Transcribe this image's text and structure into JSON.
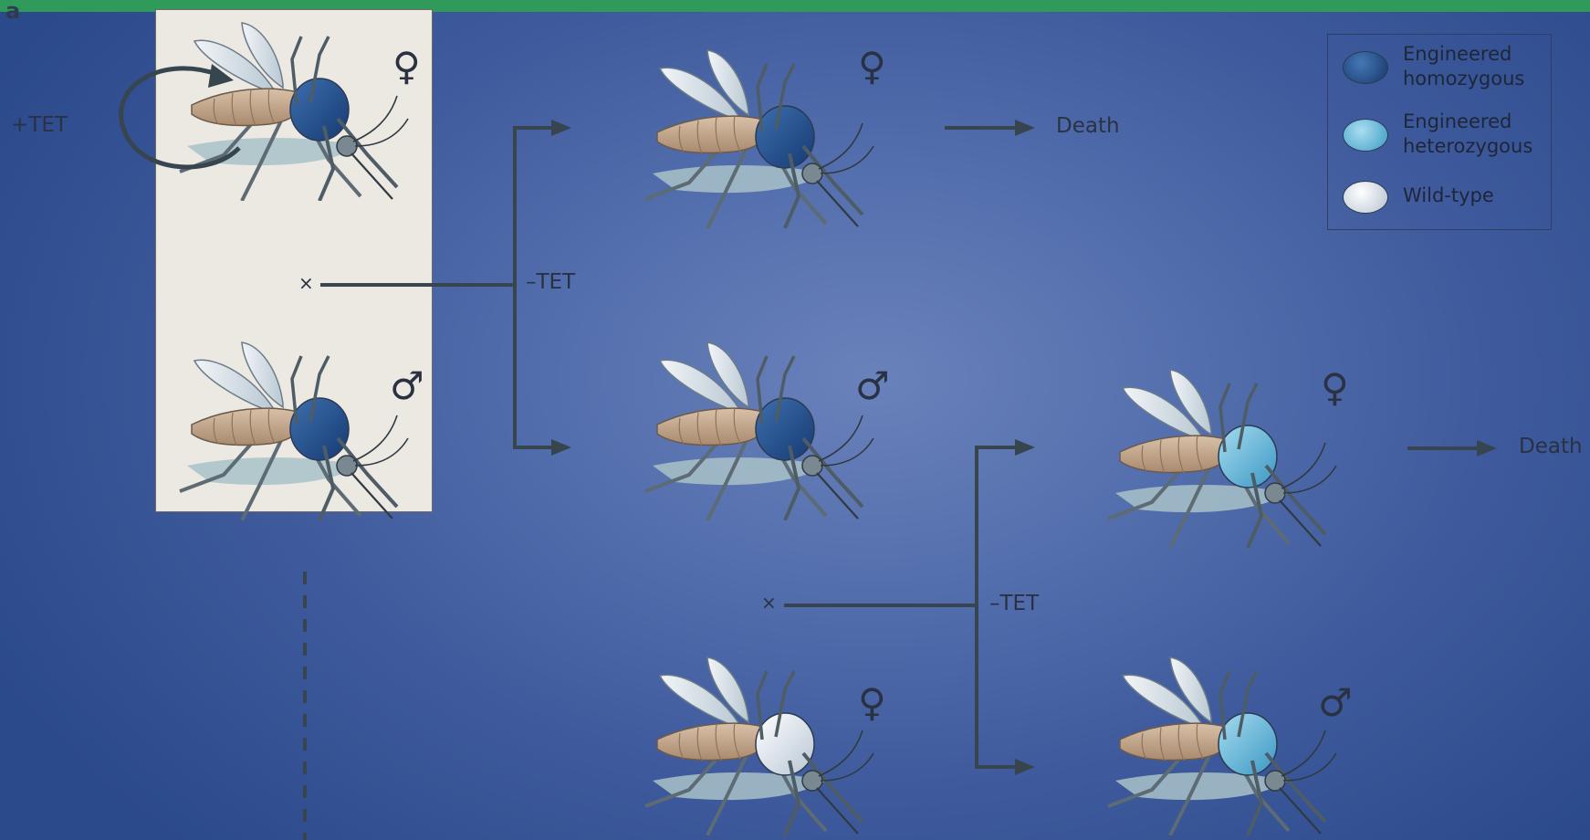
{
  "panel_label": "a",
  "parents": {
    "condition": "+TET",
    "female": {
      "sex_symbol": "♀",
      "genotype": "engineered-homozygous"
    },
    "male": {
      "sex_symbol": "♂",
      "genotype": "engineered-homozygous"
    },
    "cross_symbol": "×",
    "cross_condition": "–TET"
  },
  "generation1": {
    "female": {
      "sex_symbol": "♀",
      "genotype": "engineered-homozygous",
      "outcome": "Death"
    },
    "male": {
      "sex_symbol": "♂",
      "genotype": "engineered-homozygous"
    },
    "wild_female": {
      "sex_symbol": "♀",
      "genotype": "wild-type"
    },
    "cross_symbol": "×",
    "cross_condition": "–TET"
  },
  "generation2": {
    "female": {
      "sex_symbol": "♀",
      "genotype": "engineered-heterozygous",
      "outcome": "Death"
    },
    "male": {
      "sex_symbol": "♂",
      "genotype": "engineered-heterozygous"
    }
  },
  "legend": {
    "items": [
      {
        "label": "Engineered homozygous",
        "color": "#1f4d8c"
      },
      {
        "label": "Engineered heterozygous",
        "color": "#5db4d8"
      },
      {
        "label": "Wild-type",
        "color": "#dde6ee"
      }
    ]
  },
  "colors": {
    "background": "#4e69a8",
    "top_bar": "#2f9a5a",
    "connector": "#37454f",
    "parent_box": "#ece8e2",
    "homozygous": "#1f4d8c",
    "heterozygous": "#5db4d8",
    "wild_type": "#dde6ee"
  }
}
